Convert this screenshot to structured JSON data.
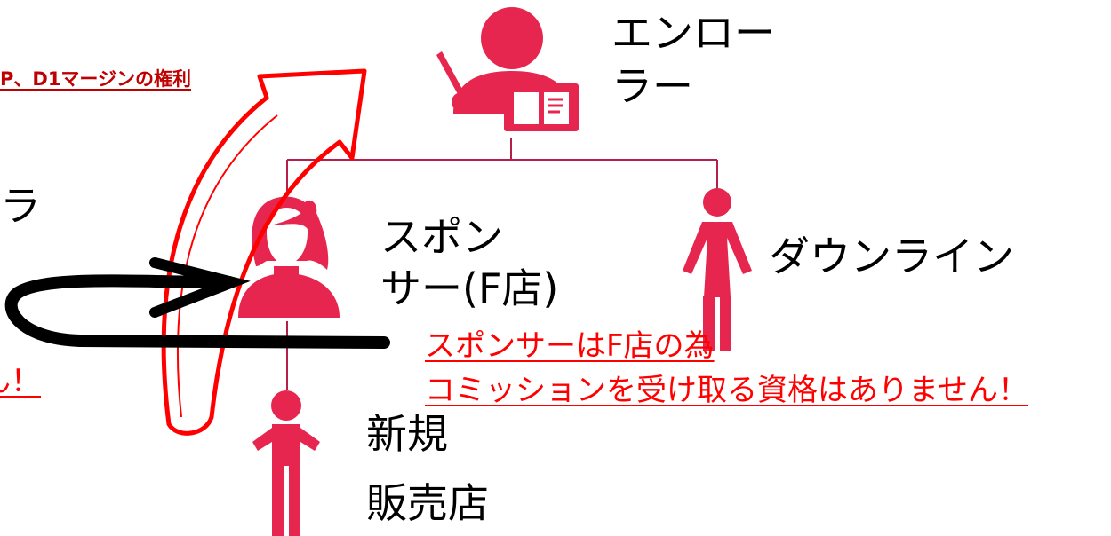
{
  "colors": {
    "figure": "#e7264f",
    "connector": "#b5204a",
    "arrow_outline": "#ff0000",
    "note_red": "#ff0000",
    "margin_note": "#c00000",
    "loop_arrow": "#000000"
  },
  "labels": {
    "enroller_line1": "エンロー",
    "enroller_line2": "ラー",
    "sponsor_line1": "スポン",
    "sponsor_line2": "サー(F店)",
    "downline": "ダウンライン",
    "new_line1": "新規",
    "new_line2": "販売店",
    "left_partial": "ラ",
    "margin_rights": "P、D1マージンの権利",
    "note_line1": "スポンサーはF店の為",
    "note_line2": "コミッションを受け取る資格はありません！",
    "left_cut_mark": "ん！"
  },
  "icons": {
    "enroller": "teacher-with-book-icon",
    "sponsor": "woman-ponytail-icon",
    "downline": "woman-standing-icon",
    "new_dealer": "person-shrug-icon"
  }
}
